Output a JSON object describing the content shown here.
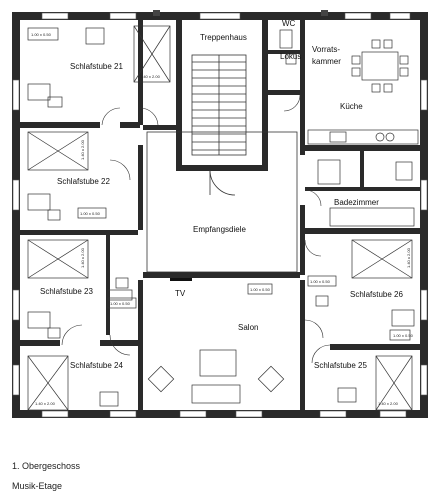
{
  "rooms": {
    "treppenhaus": "Treppenhaus",
    "wc": "WC",
    "lokus": "Lokus",
    "vorratskammer_1": "Vorrats-",
    "vorratskammer_2": "kammer",
    "kueche": "Küche",
    "schlafstube_21": "Schlafstube 21",
    "schlafstube_22": "Schlafstube 22",
    "badezimmer": "Badezimmer",
    "empfangsdiele": "Empfangsdiele",
    "schlafstube_23": "Schlafstube 23",
    "schlafstube_26": "Schlafstube 26",
    "tv": "TV",
    "salon": "Salon",
    "schlafstube_24": "Schlafstube 24",
    "schlafstube_25": "Schlafstube 25"
  },
  "dimensions": {
    "d_100x050": "1.00 x 0.50",
    "d_140x200": "1.40 x 2.00",
    "d_100x050_alt": "1.00 x 0.50",
    "d_140x200_rot": "1.40 x 2.00"
  },
  "caption": {
    "floor": "1. Obergeschoss",
    "name": "Musik-Etage"
  }
}
